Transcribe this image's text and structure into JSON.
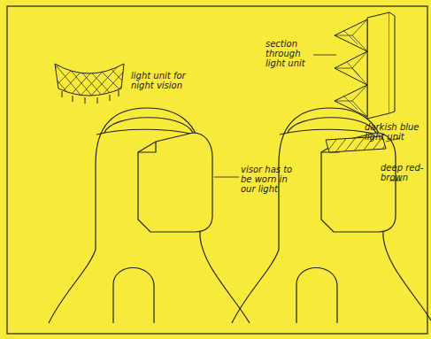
{
  "diagram": {
    "labels": [
      "light unit for night vision",
      "section through light unit",
      "visor has to be worn in our light",
      "darkish blue light unit",
      "deep red-brown"
    ]
  }
}
